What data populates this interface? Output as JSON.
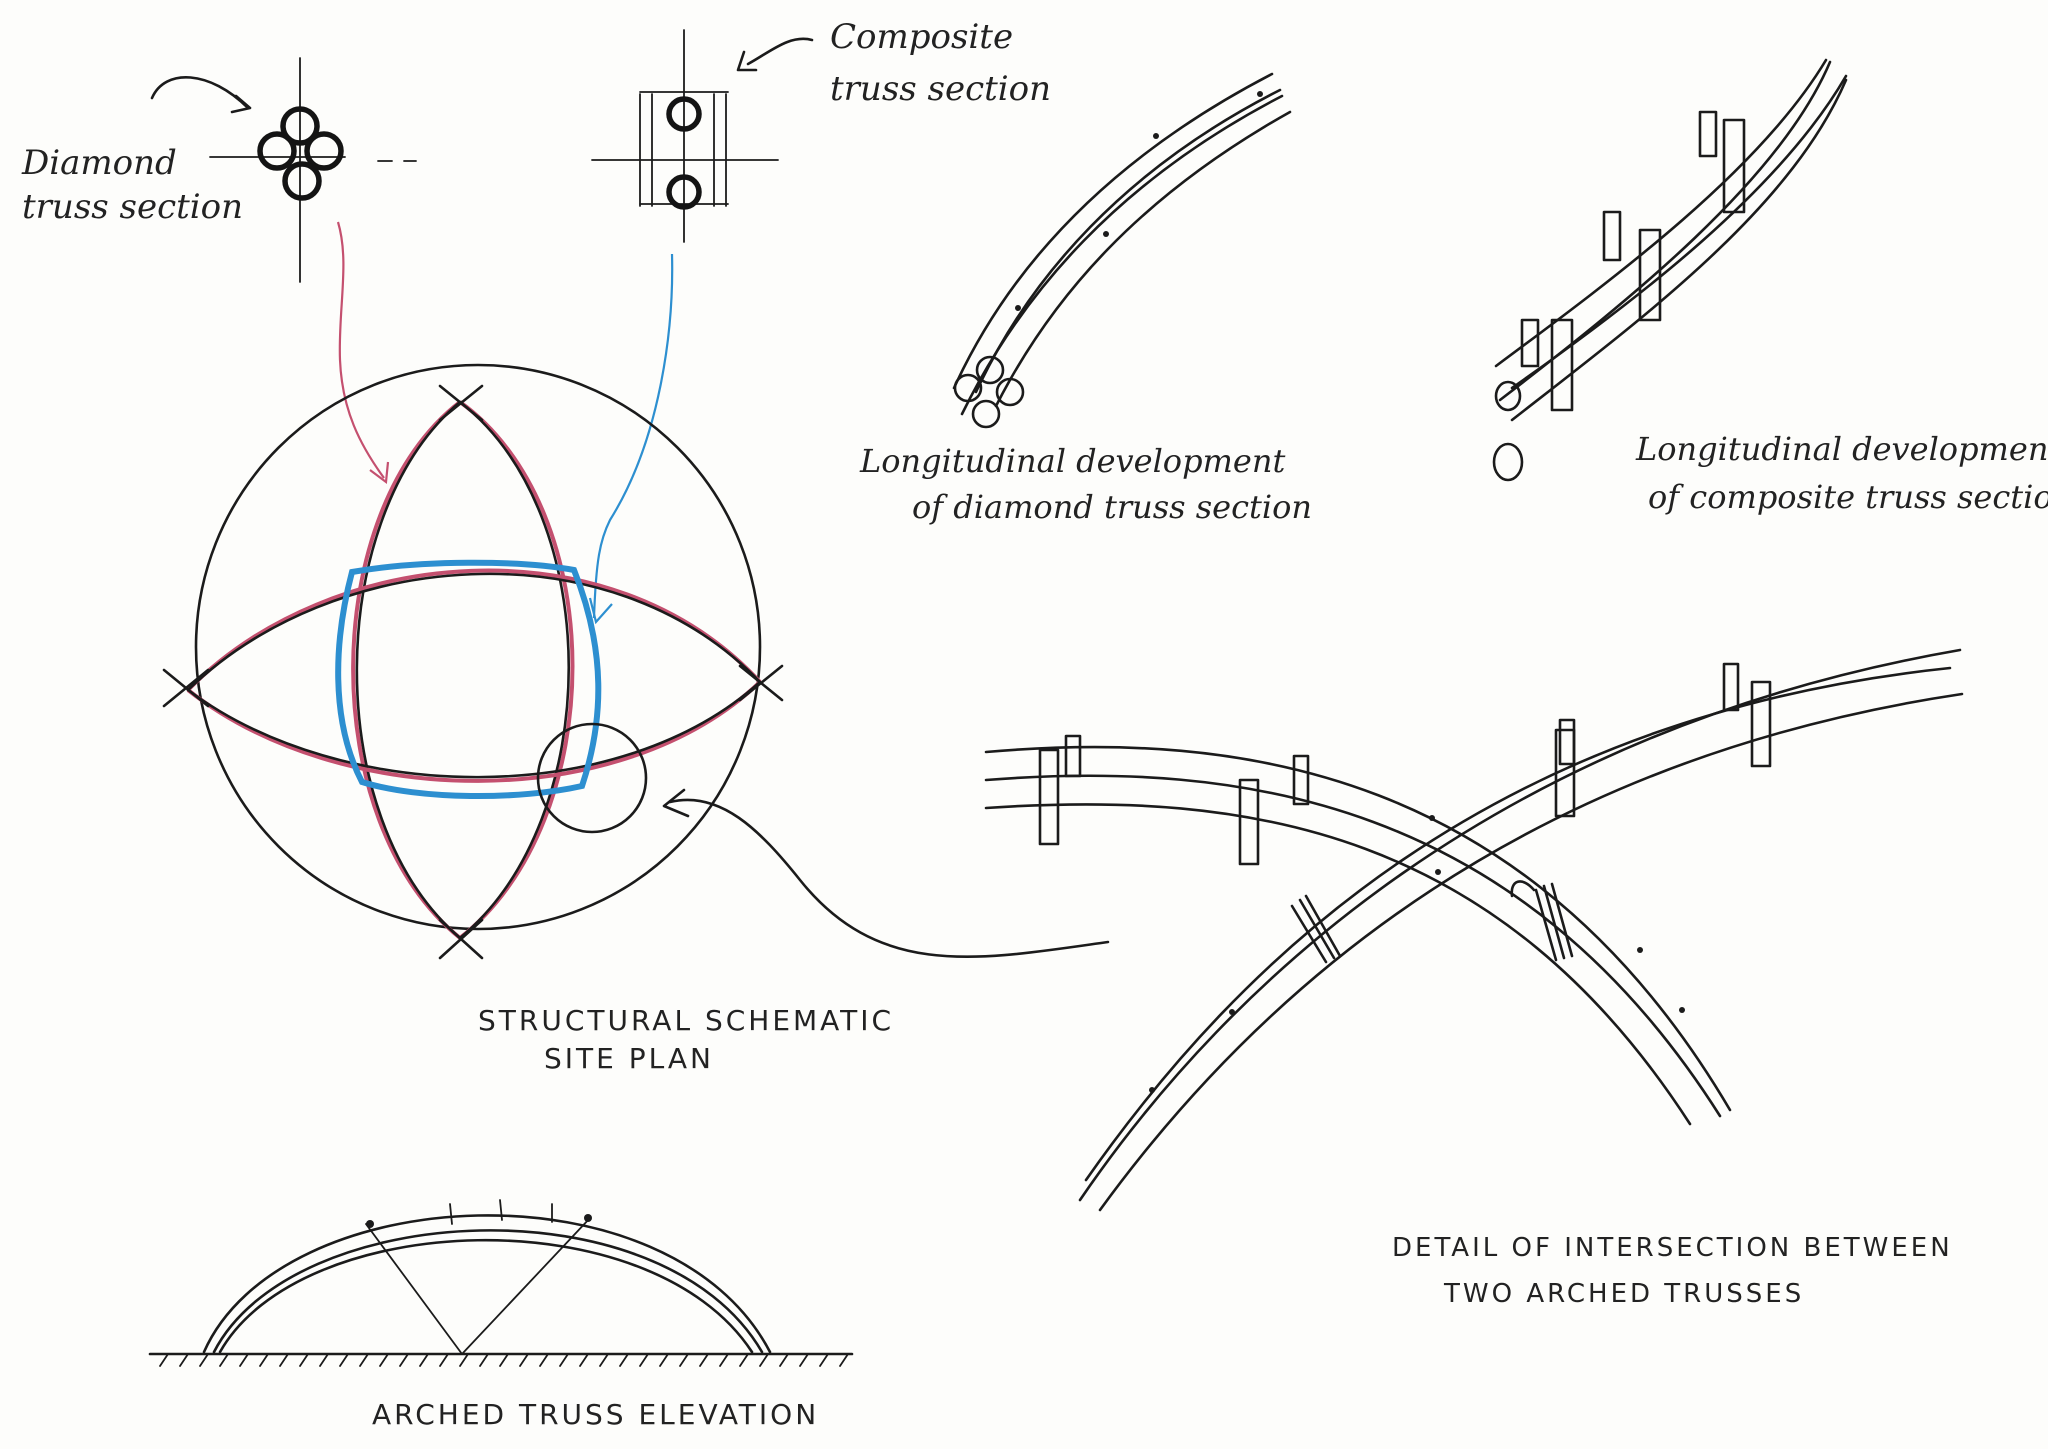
{
  "colors": {
    "ink": "#1b1b1b",
    "pink": "#c4506f",
    "blue": "#2d8fd0",
    "paper": "#fdfdfb"
  },
  "labels": {
    "diamond_l1": "Diamond",
    "diamond_l2": "truss section",
    "composite_l1": "Composite",
    "composite_l2": "truss section",
    "long_diamond_l1": "Longitudinal development",
    "long_diamond_l2": "of diamond truss section",
    "long_composite_l1": "Longitudinal development",
    "long_composite_l2": "of composite truss section",
    "schematic_l1": "STRUCTURAL SCHEMATIC",
    "schematic_l2": "SITE PLAN",
    "detail_l1": "DETAIL OF INTERSECTION BETWEEN",
    "detail_l2": "TWO ARCHED TRUSSES",
    "elevation": "ARCHED TRUSS ELEVATION"
  }
}
